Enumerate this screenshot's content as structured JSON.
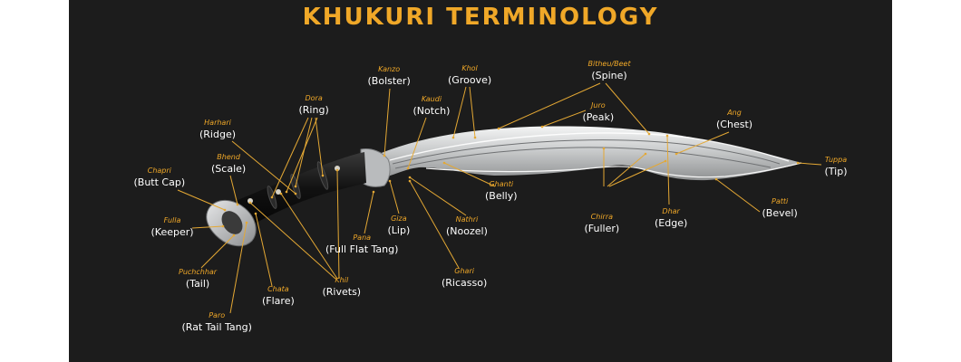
{
  "title": "KHUKURI TERMINOLOGY",
  "colors": {
    "background": "#1c1c1c",
    "page": "#ffffff",
    "accent": "#f0a828",
    "leader_line": "#e4a834",
    "blade": "#d8dadb",
    "handle": "#121212",
    "bolster": "#b7b9bb"
  },
  "image": {
    "subject": "khukuri-knife"
  },
  "parts": [
    {
      "id": "chapri",
      "nepali": "Chapri",
      "english": "(Butt Cap)"
    },
    {
      "id": "bhend",
      "nepali": "Bhend",
      "english": "(Scale)"
    },
    {
      "id": "harhari",
      "nepali": "Harhari",
      "english": "(Ridge)"
    },
    {
      "id": "dora",
      "nepali": "Dora",
      "english": "(Ring)"
    },
    {
      "id": "fulla",
      "nepali": "Fulla",
      "english": "(Keeper)"
    },
    {
      "id": "puchchhar",
      "nepali": "Puchchhar",
      "english": "(Tail)"
    },
    {
      "id": "paro",
      "nepali": "Paro",
      "english": "(Rat Tail Tang)"
    },
    {
      "id": "chata",
      "nepali": "Chata",
      "english": "(Flare)"
    },
    {
      "id": "khil",
      "nepali": "Khil",
      "english": "(Rivets)"
    },
    {
      "id": "pana",
      "nepali": "Pana",
      "english": "(Full Flat Tang)"
    },
    {
      "id": "kanzo",
      "nepali": "Kanzo",
      "english": "(Bolster)"
    },
    {
      "id": "kaudi",
      "nepali": "Kaudi",
      "english": "(Notch)"
    },
    {
      "id": "khol",
      "nepali": "Khol",
      "english": "(Groove)"
    },
    {
      "id": "giza",
      "nepali": "Giza",
      "english": "(Lip)"
    },
    {
      "id": "nathri",
      "nepali": "Nathri",
      "english": "(Noozel)"
    },
    {
      "id": "ghari",
      "nepali": "Ghari",
      "english": "(Ricasso)"
    },
    {
      "id": "ghanti",
      "nepali": "Ghanti",
      "english": "(Belly)"
    },
    {
      "id": "bitheu",
      "nepali": "Bitheu/Beet",
      "english": "(Spine)"
    },
    {
      "id": "juro",
      "nepali": "Juro",
      "english": "(Peak)"
    },
    {
      "id": "ang",
      "nepali": "Ang",
      "english": "(Chest)"
    },
    {
      "id": "chirra",
      "nepali": "Chirra",
      "english": "(Fuller)"
    },
    {
      "id": "dhar",
      "nepali": "Dhar",
      "english": "(Edge)"
    },
    {
      "id": "patti",
      "nepali": "Patti",
      "english": "(Bevel)"
    },
    {
      "id": "tuppa",
      "nepali": "Tuppa",
      "english": "(Tip)"
    }
  ]
}
